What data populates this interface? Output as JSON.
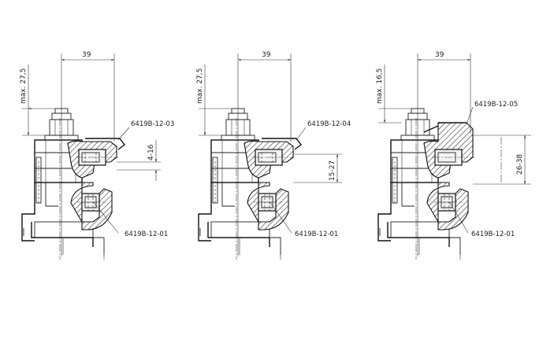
{
  "views": [
    {
      "id": "view-1",
      "width_dim": "39",
      "height_dim": "max. 27,5",
      "clamp_range": "4-16",
      "top_part": "6419B-12-03",
      "bottom_part": "6419B-12-01"
    },
    {
      "id": "view-2",
      "width_dim": "39",
      "height_dim": "max. 27,5",
      "clamp_range": "15-27",
      "top_part": "6419B-12-04",
      "bottom_part": "6419B-12-01"
    },
    {
      "id": "view-3",
      "width_dim": "39",
      "height_dim": "max. 16,5",
      "clamp_range": "26-38",
      "top_part": "6419B-12-05",
      "bottom_part": "6419B-12-01"
    }
  ]
}
